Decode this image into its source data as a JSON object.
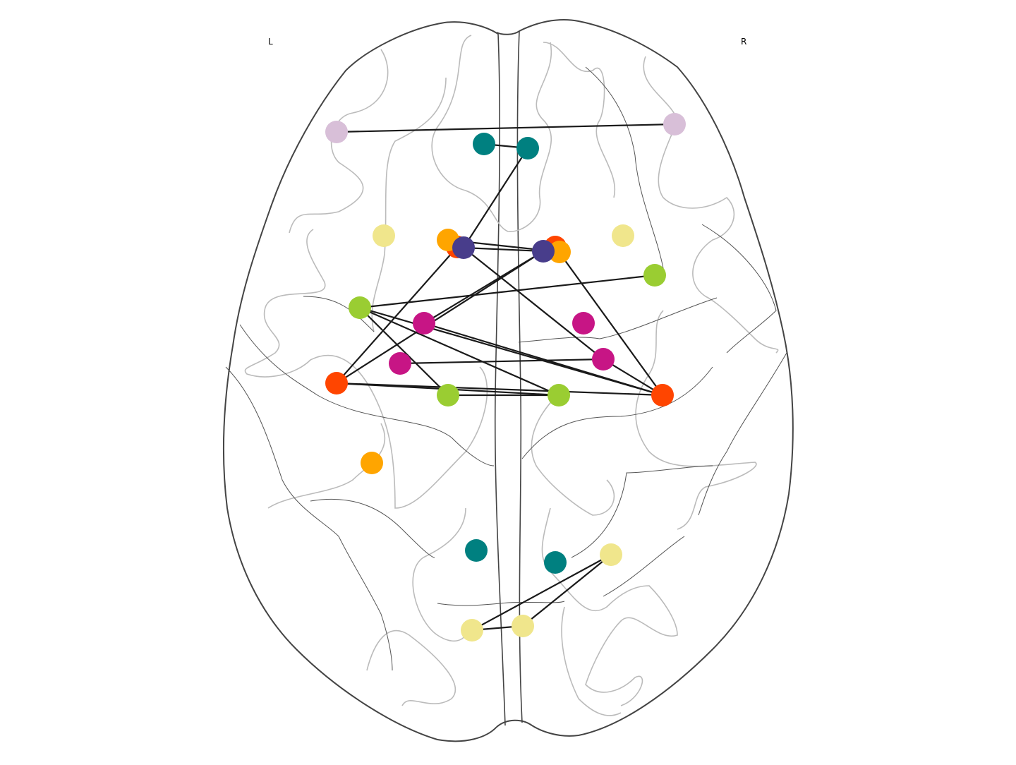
{
  "labels": {
    "left": "L",
    "right": "R"
  },
  "colors": {
    "outline": "#444444",
    "sulci": "#bbbbbb",
    "gyri": "#555555",
    "edge": "#1a1a1a",
    "pink": "#d8bfd8",
    "teal": "#008080",
    "khaki": "#f0e68c",
    "orange": "#ffa500",
    "orangered": "#ff4500",
    "indigo": "#483d8b",
    "green": "#9acd32",
    "magenta": "#c71585"
  },
  "nodes": [
    {
      "id": "n1",
      "color": "pink"
    },
    {
      "id": "n2",
      "color": "pink"
    },
    {
      "id": "n3",
      "color": "teal"
    },
    {
      "id": "n4",
      "color": "teal"
    },
    {
      "id": "n5",
      "color": "khaki"
    },
    {
      "id": "n6",
      "color": "khaki"
    },
    {
      "id": "n7",
      "color": "orangered"
    },
    {
      "id": "n8",
      "color": "orange"
    },
    {
      "id": "n9",
      "color": "indigo"
    },
    {
      "id": "n10",
      "color": "orangered"
    },
    {
      "id": "n11",
      "color": "orange"
    },
    {
      "id": "n12",
      "color": "indigo"
    },
    {
      "id": "n13",
      "color": "green"
    },
    {
      "id": "n14",
      "color": "green"
    },
    {
      "id": "n15",
      "color": "magenta"
    },
    {
      "id": "n16",
      "color": "magenta"
    },
    {
      "id": "n17",
      "color": "magenta"
    },
    {
      "id": "n18",
      "color": "magenta"
    },
    {
      "id": "n19",
      "color": "orangered"
    },
    {
      "id": "n20",
      "color": "green"
    },
    {
      "id": "n21",
      "color": "green"
    },
    {
      "id": "n22",
      "color": "orangered"
    },
    {
      "id": "n23",
      "color": "orange"
    },
    {
      "id": "n24",
      "color": "teal"
    },
    {
      "id": "n25",
      "color": "teal"
    },
    {
      "id": "n26",
      "color": "khaki"
    },
    {
      "id": "n27",
      "color": "khaki"
    },
    {
      "id": "n28",
      "color": "khaki"
    }
  ],
  "edges": [
    [
      "n1",
      "n2"
    ],
    [
      "n3",
      "n4"
    ],
    [
      "n4",
      "n9"
    ],
    [
      "n9",
      "n12"
    ],
    [
      "n8",
      "n11"
    ],
    [
      "n9",
      "n18"
    ],
    [
      "n12",
      "n15"
    ],
    [
      "n7",
      "n19"
    ],
    [
      "n10",
      "n22"
    ],
    [
      "n13",
      "n14"
    ],
    [
      "n13",
      "n21"
    ],
    [
      "n13",
      "n22"
    ],
    [
      "n13",
      "n20"
    ],
    [
      "n15",
      "n22"
    ],
    [
      "n16",
      "n18"
    ],
    [
      "n18",
      "n22"
    ],
    [
      "n19",
      "n21"
    ],
    [
      "n19",
      "n22"
    ],
    [
      "n20",
      "n21"
    ],
    [
      "n19",
      "n12"
    ],
    [
      "n26",
      "n27"
    ],
    [
      "n26",
      "n28"
    ],
    [
      "n27",
      "n28"
    ]
  ]
}
